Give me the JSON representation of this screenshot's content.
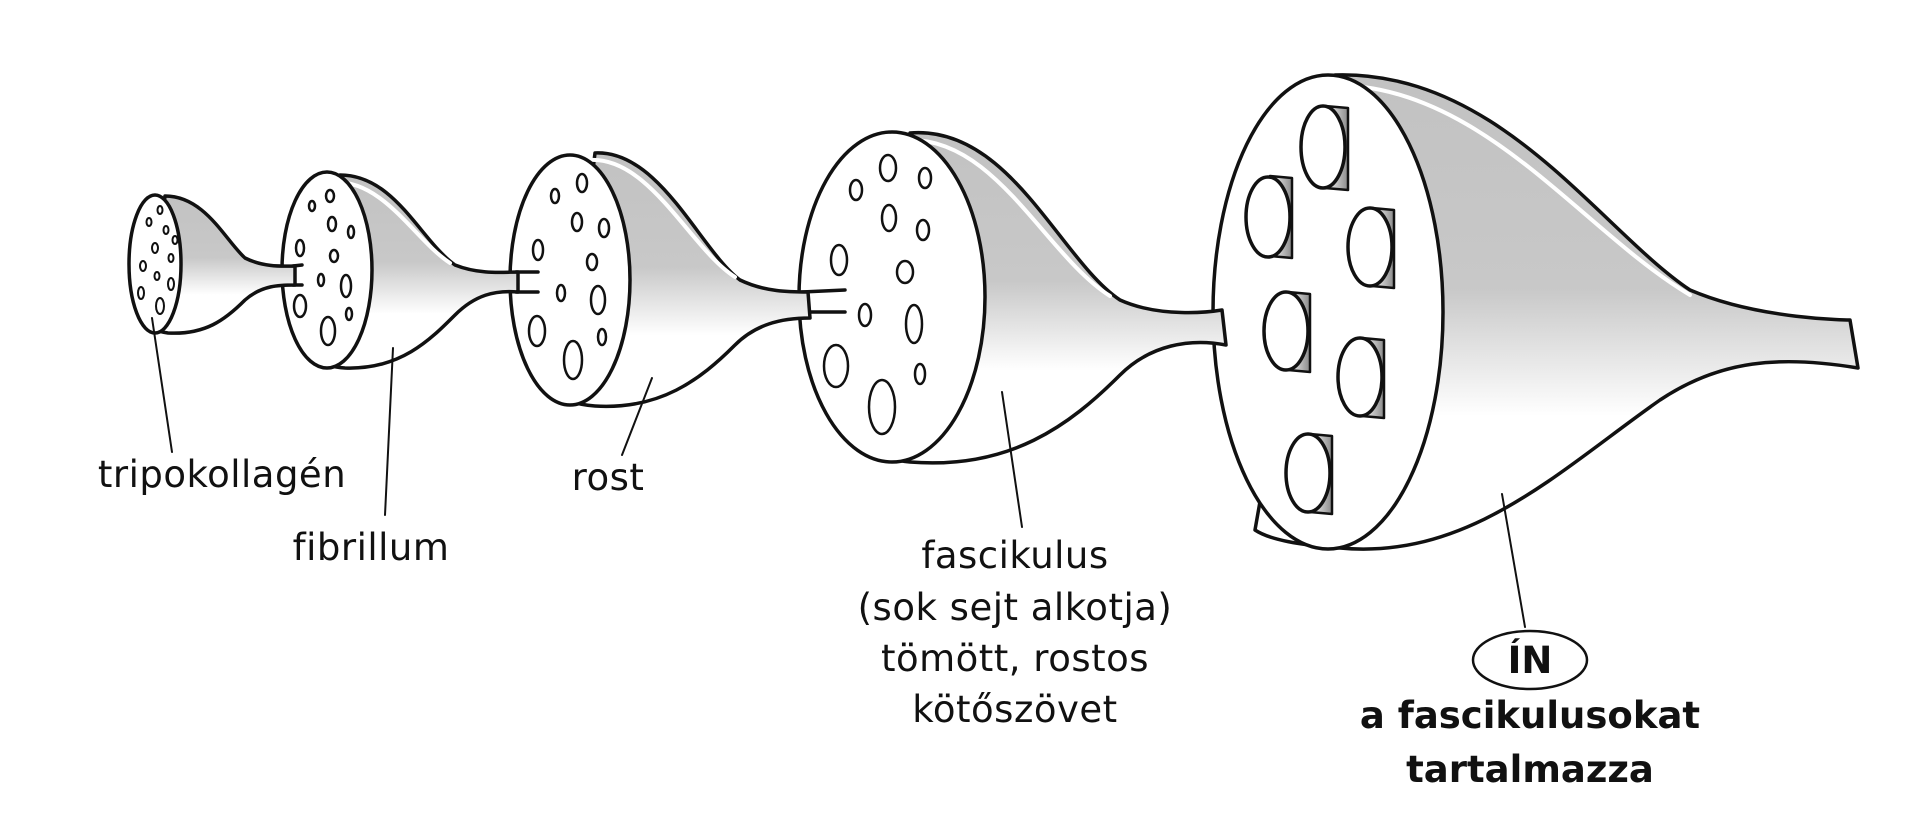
{
  "labels": {
    "tripokollagen": "tripokollagén",
    "fibrillum": "fibrillum",
    "rost": "rost",
    "fascikulus": {
      "line1": "fascikulus",
      "line2": "(sok sejt alkotja)",
      "line3": "tömött, rostos",
      "line4": "kötőszövet"
    },
    "in": {
      "title": "ÍN",
      "line1": "a fascikulusokat",
      "line2": "tartalmazza"
    }
  },
  "colors": {
    "stroke": "#111111",
    "fill": "#ffffff",
    "shade": "#c4c4c4"
  }
}
